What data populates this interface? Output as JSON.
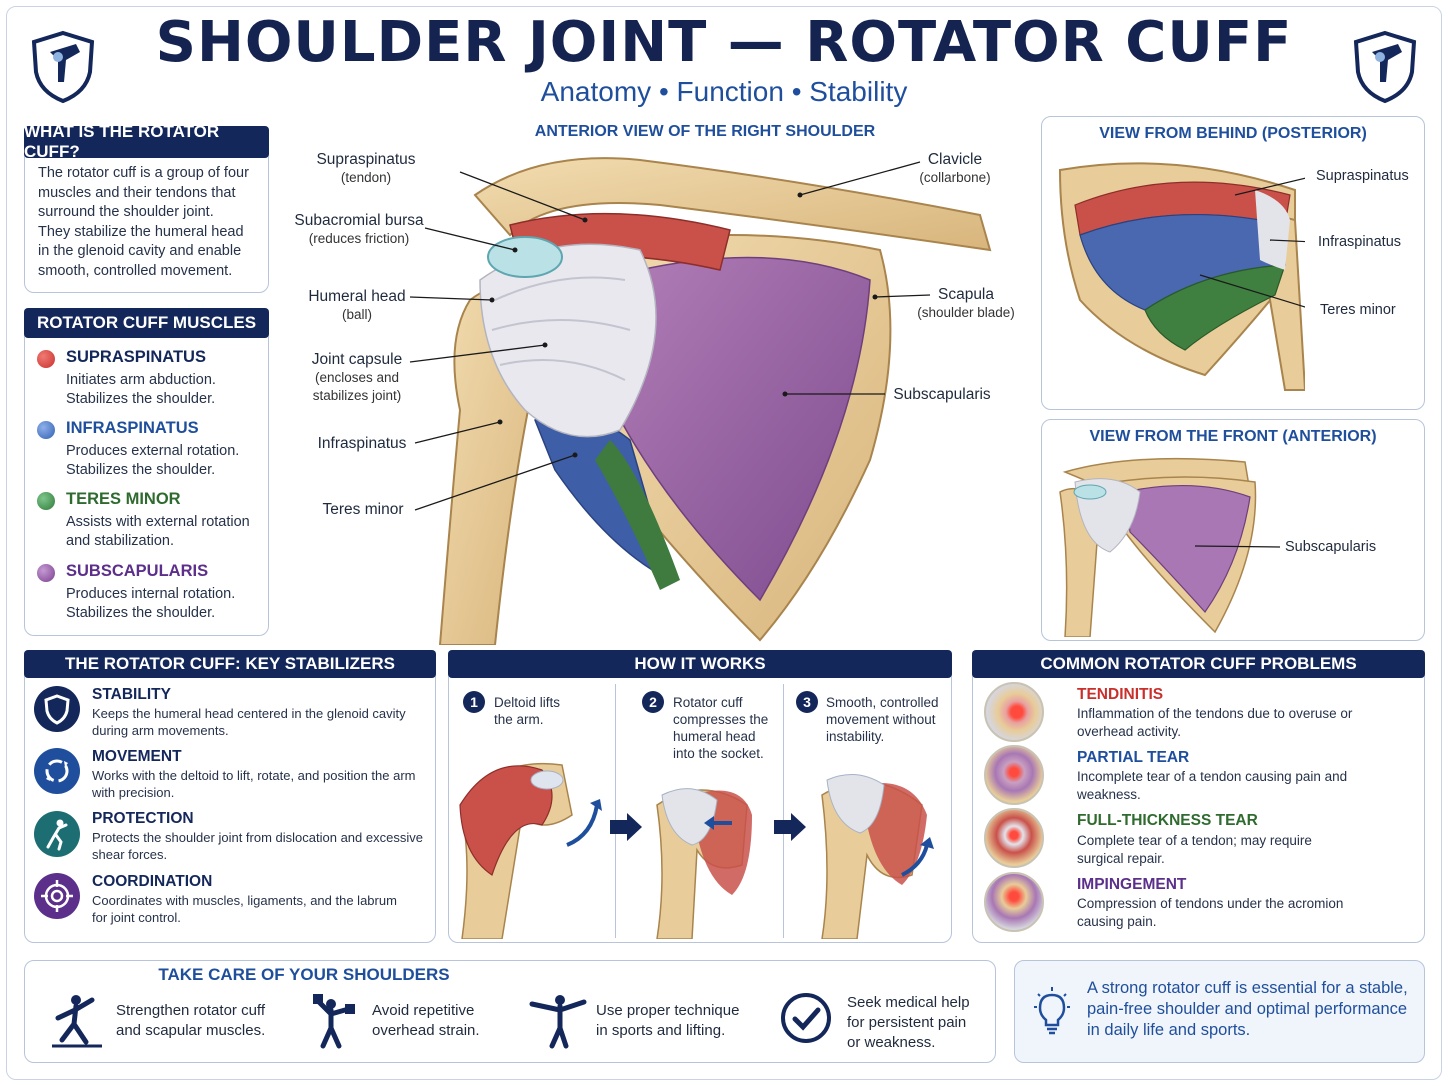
{
  "header": {
    "title": "SHOULDER JOINT — ROTATOR CUFF",
    "subtitle": "Anatomy • Function • Stability"
  },
  "what_is": {
    "heading": "WHAT IS THE ROTATOR CUFF?",
    "lines": [
      "The rotator cuff is a group of four",
      "muscles and their tendons that",
      "surround the shoulder joint.",
      "They stabilize the humeral head",
      "in the glenoid cavity and enable",
      "smooth, controlled movement."
    ]
  },
  "muscles": {
    "heading": "ROTATOR CUFF MUSCLES",
    "items": [
      {
        "name": "SUPRASPINATUS",
        "line1": "Initiates arm abduction.",
        "line2": "Stabilizes the shoulder.",
        "color": "#c9302c"
      },
      {
        "name": "INFRASPINATUS",
        "line1": "Produces external rotation.",
        "line2": "Stabilizes the shoulder.",
        "color": "#2f5fb3"
      },
      {
        "name": "TERES MINOR",
        "line1": "Assists with external rotation",
        "line2": "and stabilization.",
        "color": "#2f7a3a"
      },
      {
        "name": "SUBSCAPULARIS",
        "line1": "Produces internal rotation.",
        "line2": "Stabilizes the shoulder.",
        "color": "#7b3e8f"
      }
    ]
  },
  "anterior_main": {
    "heading": "ANTERIOR VIEW OF THE RIGHT SHOULDER",
    "labels": {
      "supraspinatus": "Supraspinatus",
      "supraspinatus_sub": "(tendon)",
      "bursa": "Subacromial bursa",
      "bursa_sub": "(reduces friction)",
      "humeral": "Humeral head",
      "humeral_sub": "(ball)",
      "capsule": "Joint capsule",
      "capsule_sub1": "(encloses and",
      "capsule_sub2": "stabilizes joint)",
      "infraspinatus": "Infraspinatus",
      "teres": "Teres minor",
      "clavicle": "Clavicle",
      "clavicle_sub": "(collarbone)",
      "scapula": "Scapula",
      "scapula_sub": "(shoulder blade)",
      "subscapularis": "Subscapularis"
    }
  },
  "posterior": {
    "heading": "VIEW FROM BEHIND (POSTERIOR)",
    "labels": [
      "Supraspinatus",
      "Infraspinatus",
      "Teres minor"
    ]
  },
  "anterior_small": {
    "heading": "VIEW FROM THE FRONT (ANTERIOR)",
    "label": "Subscapularis"
  },
  "stabilizers": {
    "heading": "THE ROTATOR CUFF: KEY STABILIZERS",
    "items": [
      {
        "title": "STABILITY",
        "l1": "Keeps the humeral head centered in the glenoid cavity",
        "l2": "during arm movements.",
        "icon": "shield-icon",
        "color": "#14275a"
      },
      {
        "title": "MOVEMENT",
        "l1": "Works with the deltoid to lift, rotate, and position the arm",
        "l2": "with precision.",
        "icon": "rotate-arrows-icon",
        "color": "#1f4f9c"
      },
      {
        "title": "PROTECTION",
        "l1": "Protects the shoulder joint from dislocation and excessive",
        "l2": "shear forces.",
        "icon": "athlete-icon",
        "color": "#1d6e73"
      },
      {
        "title": "COORDINATION",
        "l1": "Coordinates with muscles, ligaments, and the labrum",
        "l2": "for joint control.",
        "icon": "target-icon",
        "color": "#5b2f8a"
      }
    ]
  },
  "how": {
    "heading": "HOW IT WORKS",
    "steps": [
      {
        "n": "1",
        "l1": "Deltoid lifts",
        "l2": "the arm.",
        "l3": "",
        "l4": ""
      },
      {
        "n": "2",
        "l1": "Rotator cuff",
        "l2": "compresses the",
        "l3": "humeral head",
        "l4": "into the socket."
      },
      {
        "n": "3",
        "l1": "Smooth, controlled",
        "l2": "movement without",
        "l3": "instability.",
        "l4": ""
      }
    ]
  },
  "problems": {
    "heading": "COMMON ROTATOR CUFF PROBLEMS",
    "items": [
      {
        "title": "TENDINITIS",
        "l1": "Inflammation of the tendons due to overuse or",
        "l2": "overhead activity.",
        "color": "#c9302c"
      },
      {
        "title": "PARTIAL TEAR",
        "l1": "Incomplete tear of a tendon causing pain and",
        "l2": "weakness.",
        "color": "#1f4f9c"
      },
      {
        "title": "FULL-THICKNESS TEAR",
        "l1": "Complete tear of a tendon; may require",
        "l2": "surgical repair.",
        "color": "#2f6b2f"
      },
      {
        "title": "IMPINGEMENT",
        "l1": "Compression of tendons under the acromion",
        "l2": "causing pain.",
        "color": "#5b2f8a"
      }
    ]
  },
  "care": {
    "heading": "TAKE CARE OF YOUR SHOULDERS",
    "items": [
      {
        "l1": "Strengthen rotator cuff",
        "l2": "and scapular muscles.",
        "l3": ""
      },
      {
        "l1": "Avoid repetitive",
        "l2": "overhead strain.",
        "l3": ""
      },
      {
        "l1": "Use proper technique",
        "l2": "in sports and lifting.",
        "l3": ""
      },
      {
        "l1": "Seek medical help",
        "l2": "for persistent pain",
        "l3": "or weakness."
      }
    ]
  },
  "tip": {
    "l1": "A strong rotator cuff is essential for a stable,",
    "l2": "pain-free shoulder and optimal performance",
    "l3": "in daily life and sports."
  }
}
